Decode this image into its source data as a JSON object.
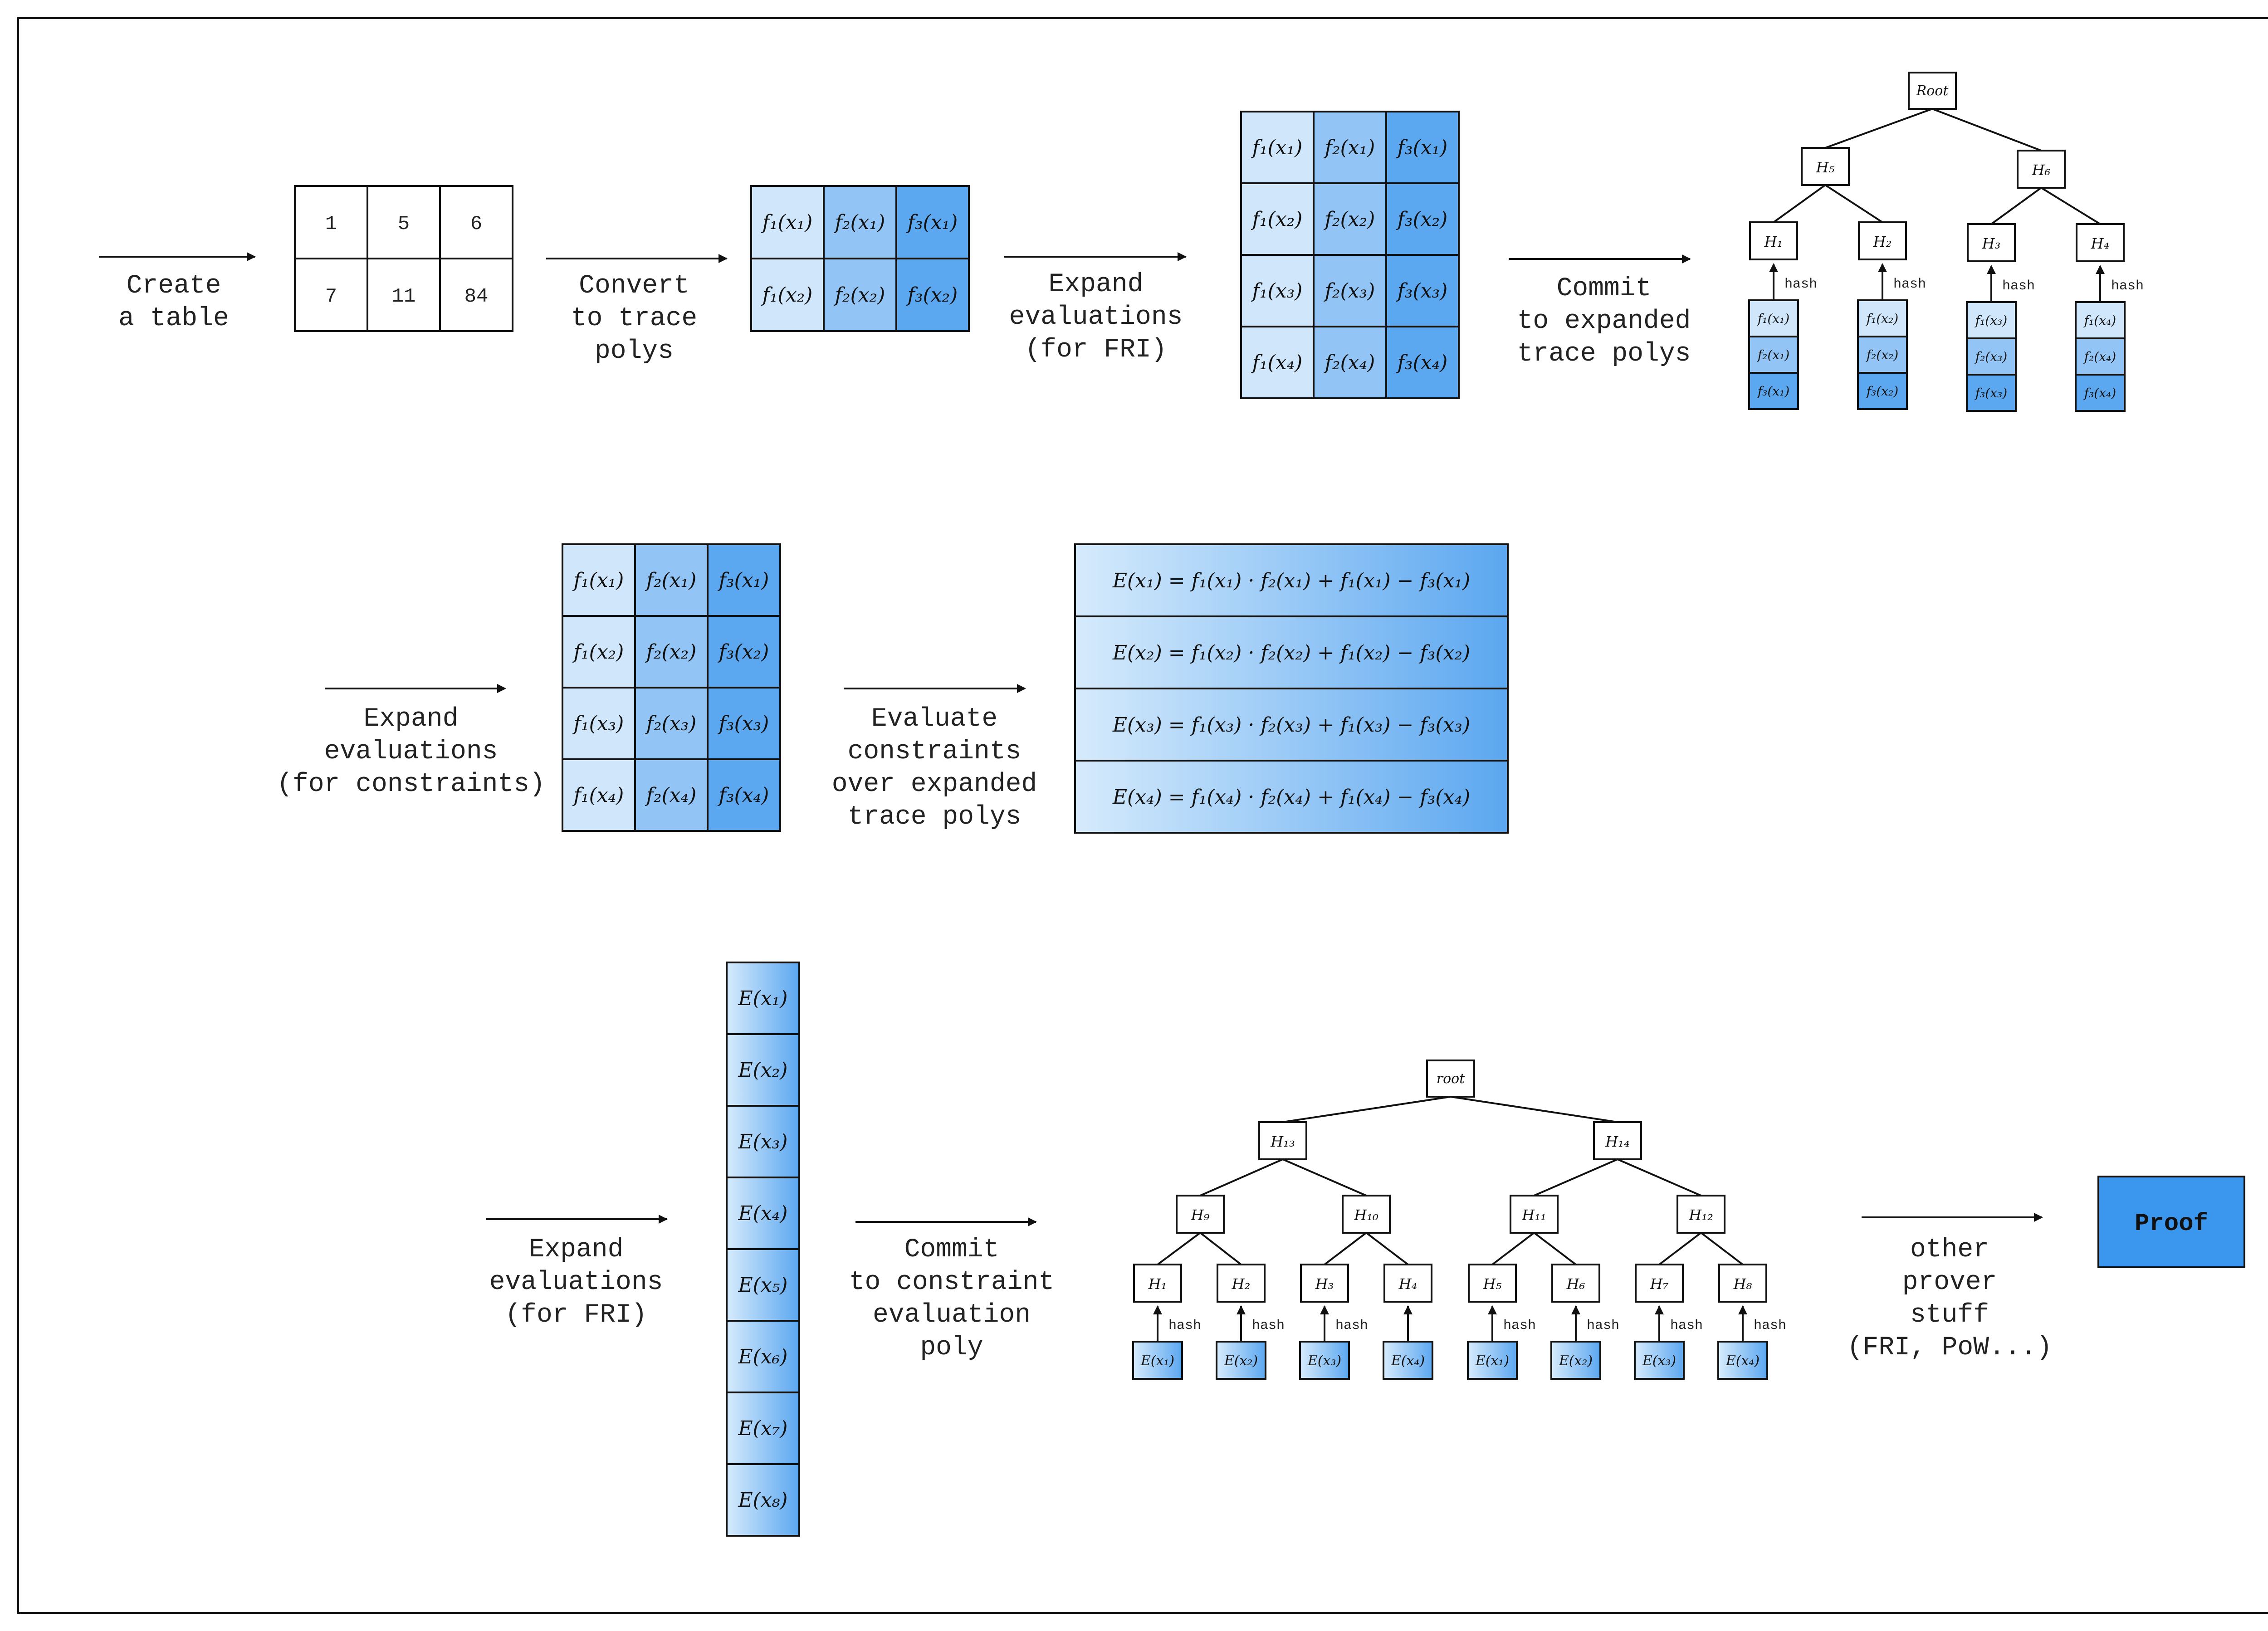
{
  "colors": {
    "c1": "#cfe6fb",
    "c2": "#92c5f5",
    "c3": "#5ba7f0",
    "proof": "#3b97ee"
  },
  "steps": {
    "create_table": [
      "Create",
      "a table"
    ],
    "convert": [
      "Convert",
      "to trace",
      "polys"
    ],
    "expand_fri_1": [
      "Expand",
      "evaluations",
      "(for FRI)"
    ],
    "commit_trace": [
      "Commit",
      "to expanded",
      "trace polys"
    ],
    "expand_constraints": [
      "Expand",
      "evaluations",
      "(for constraints)"
    ],
    "evaluate": [
      "Evaluate",
      "constraints",
      "over expanded",
      "trace polys"
    ],
    "expand_fri_2": [
      "Expand",
      "evaluations",
      "(for FRI)"
    ],
    "commit_constraint": [
      "Commit",
      "to constraint",
      "evaluation",
      "poly"
    ],
    "other": [
      "other",
      "prover",
      "stuff",
      "(FRI, PoW...)"
    ]
  },
  "table": [
    [
      "1",
      "5",
      "6"
    ],
    [
      "7",
      "11",
      "84"
    ]
  ],
  "trace2": [
    [
      "f₁(x₁)",
      "f₂(x₁)",
      "f₃(x₁)"
    ],
    [
      "f₁(x₂)",
      "f₂(x₂)",
      "f₃(x₂)"
    ]
  ],
  "trace4": [
    [
      "f₁(x₁)",
      "f₂(x₁)",
      "f₃(x₁)"
    ],
    [
      "f₁(x₂)",
      "f₂(x₂)",
      "f₃(x₂)"
    ],
    [
      "f₁(x₃)",
      "f₂(x₃)",
      "f₃(x₃)"
    ],
    [
      "f₁(x₄)",
      "f₂(x₄)",
      "f₃(x₄)"
    ]
  ],
  "tree1": {
    "root": "Root",
    "level2": [
      "H₅",
      "H₆"
    ],
    "level1": [
      "H₁",
      "H₂",
      "H₃",
      "H₄"
    ],
    "hash_label": "hash",
    "leaves": [
      [
        "f₁(x₁)",
        "f₂(x₁)",
        "f₃(x₁)"
      ],
      [
        "f₁(x₂)",
        "f₂(x₂)",
        "f₃(x₂)"
      ],
      [
        "f₁(x₃)",
        "f₂(x₃)",
        "f₃(x₃)"
      ],
      [
        "f₁(x₄)",
        "f₂(x₄)",
        "f₃(x₄)"
      ]
    ]
  },
  "constraints": [
    "E(x₁) = f₁(x₁) · f₂(x₁) + f₁(x₁) − f₃(x₁)",
    "E(x₂) = f₁(x₂) · f₂(x₂) + f₁(x₂) − f₃(x₂)",
    "E(x₃) = f₁(x₃) · f₂(x₃) + f₁(x₃) − f₃(x₃)",
    "E(x₄) = f₁(x₄) · f₂(x₄) + f₁(x₄) − f₃(x₄)"
  ],
  "evals": [
    "E(x₁)",
    "E(x₂)",
    "E(x₃)",
    "E(x₄)",
    "E(x₅)",
    "E(x₆)",
    "E(x₇)",
    "E(x₈)"
  ],
  "tree2": {
    "root": "root",
    "level3": [
      "H₁₃",
      "H₁₄"
    ],
    "level2": [
      "H₉",
      "H₁₀",
      "H₁₁",
      "H₁₂"
    ],
    "level1": [
      "H₁",
      "H₂",
      "H₃",
      "H₄",
      "H₅",
      "H₆",
      "H₇",
      "H₈"
    ],
    "hash_label": "hash",
    "leaves": [
      "E(x₁)",
      "E(x₂)",
      "E(x₃)",
      "E(x₄)",
      "E(x₁)",
      "E(x₂)",
      "E(x₃)",
      "E(x₄)"
    ]
  },
  "proof_label": "Proof"
}
